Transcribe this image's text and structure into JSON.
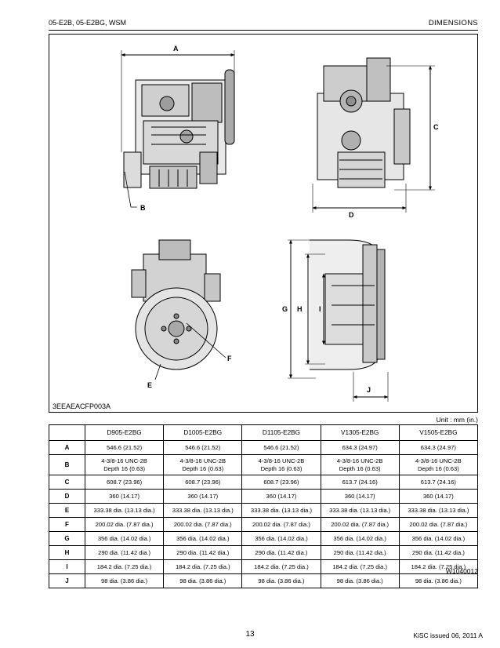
{
  "header": {
    "left": "05-E2B, 05-E2BG, WSM",
    "right": "DIMENSIONS"
  },
  "figure": {
    "code": "3EEAEACFP003A",
    "labels": {
      "A": "A",
      "B": "B",
      "C": "C",
      "D": "D",
      "E": "E",
      "F": "F",
      "G": "G",
      "H": "H",
      "I": "I",
      "J": "J"
    }
  },
  "unit_note": "Unit : mm (in.)",
  "table": {
    "columns": [
      "",
      "D905-E2BG",
      "D1005-E2BG",
      "D1105-E2BG",
      "V1305-E2BG",
      "V1505-E2BG"
    ],
    "rows": [
      {
        "label": "A",
        "cells": [
          [
            "546.6 (21.52)"
          ],
          [
            "546.6 (21.52)"
          ],
          [
            "546.6 (21.52)"
          ],
          [
            "634.3 (24.97)"
          ],
          [
            "634.3 (24.97)"
          ]
        ]
      },
      {
        "label": "B",
        "cells": [
          [
            "4-3/8-16 UNC-2B",
            "Depth 16 (0.63)"
          ],
          [
            "4-3/8-16 UNC-2B",
            "Depth 16 (0.63)"
          ],
          [
            "4-3/8-16 UNC-2B",
            "Depth 16 (0.63)"
          ],
          [
            "4-3/8-16 UNC-2B",
            "Depth 16 (0.63)"
          ],
          [
            "4-3/8-16 UNC-2B",
            "Depth 16 (0.63)"
          ]
        ]
      },
      {
        "label": "C",
        "cells": [
          [
            "608.7 (23.96)"
          ],
          [
            "608.7 (23.96)"
          ],
          [
            "608.7 (23.96)"
          ],
          [
            "613.7 (24.16)"
          ],
          [
            "613.7 (24.16)"
          ]
        ]
      },
      {
        "label": "D",
        "cells": [
          [
            "360 (14.17)"
          ],
          [
            "360 (14.17)"
          ],
          [
            "360 (14.17)"
          ],
          [
            "360 (14.17)"
          ],
          [
            "360 (14.17)"
          ]
        ]
      },
      {
        "label": "E",
        "cells": [
          [
            "333.38 dia. (13.13 dia.)"
          ],
          [
            "333.38 dia. (13.13 dia.)"
          ],
          [
            "333.38 dia. (13.13 dia.)"
          ],
          [
            "333.38 dia. (13.13 dia.)"
          ],
          [
            "333.38 dia. (13.13 dia.)"
          ]
        ]
      },
      {
        "label": "F",
        "cells": [
          [
            "200.02 dia. (7.87 dia.)"
          ],
          [
            "200.02 dia. (7.87 dia.)"
          ],
          [
            "200.02 dia. (7.87 dia.)"
          ],
          [
            "200.02 dia. (7.87 dia.)"
          ],
          [
            "200.02 dia. (7.87 dia.)"
          ]
        ]
      },
      {
        "label": "G",
        "cells": [
          [
            "356 dia. (14.02 dia.)"
          ],
          [
            "356 dia. (14.02 dia.)"
          ],
          [
            "356 dia. (14.02 dia.)"
          ],
          [
            "356 dia. (14.02 dia.)"
          ],
          [
            "356 dia. (14.02 dia.)"
          ]
        ]
      },
      {
        "label": "H",
        "cells": [
          [
            "290 dia. (11.42 dia.)"
          ],
          [
            "290 dia. (11.42 dia.)"
          ],
          [
            "290 dia. (11.42 dia.)"
          ],
          [
            "290 dia. (11.42 dia.)"
          ],
          [
            "290 dia. (11.42 dia.)"
          ]
        ]
      },
      {
        "label": "I",
        "cells": [
          [
            "184.2 dia. (7.25 dia.)"
          ],
          [
            "184.2 dia. (7.25 dia.)"
          ],
          [
            "184.2 dia. (7.25 dia.)"
          ],
          [
            "184.2 dia. (7.25 dia.)"
          ],
          [
            "184.2 dia. (7.25 dia.)"
          ]
        ]
      },
      {
        "label": "J",
        "cells": [
          [
            "98 dia. (3.86 dia.)"
          ],
          [
            "98 dia. (3.86 dia.)"
          ],
          [
            "98 dia. (3.86 dia.)"
          ],
          [
            "98 dia. (3.86 dia.)"
          ],
          [
            "98 dia. (3.86 dia.)"
          ]
        ]
      }
    ]
  },
  "doc_code": "W1040012",
  "footer": {
    "page": "13",
    "issue": "KiSC issued 06, 2011 A"
  }
}
